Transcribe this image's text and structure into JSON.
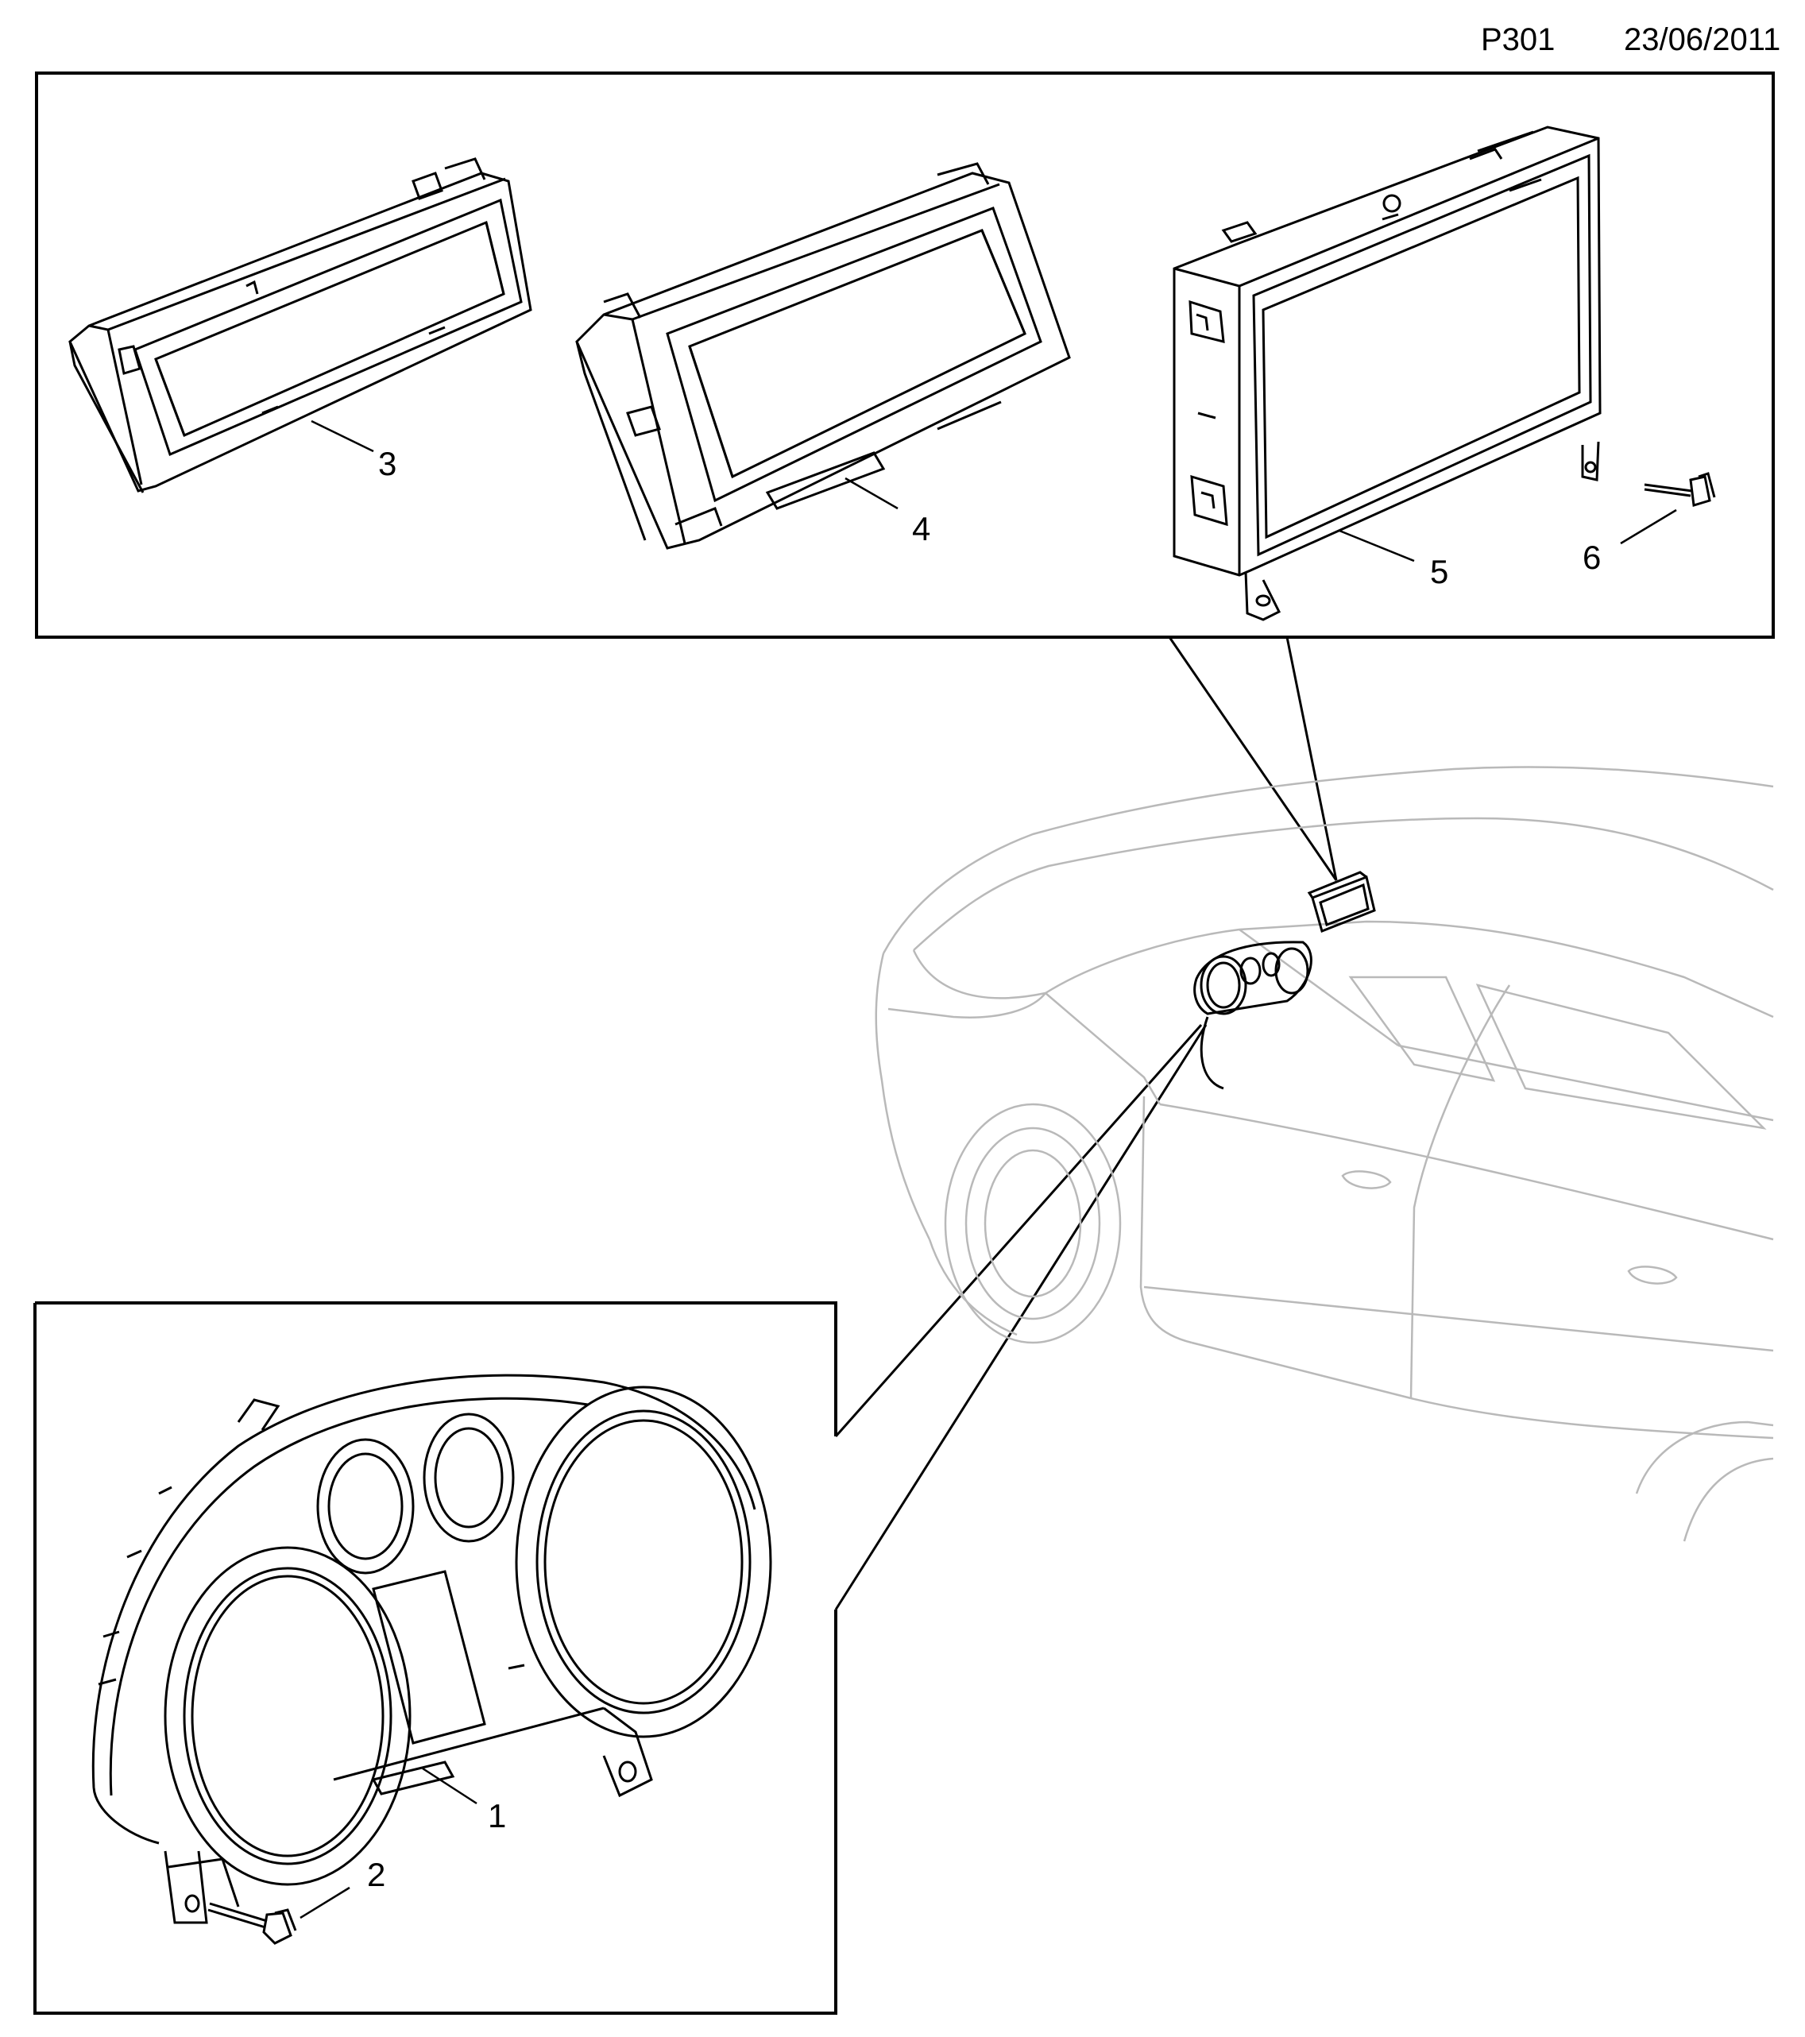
{
  "header": {
    "page_code": "P301",
    "date": "23/06/2011"
  },
  "callouts": [
    {
      "id": "1",
      "label": "1"
    },
    {
      "id": "2",
      "label": "2"
    },
    {
      "id": "3",
      "label": "3"
    },
    {
      "id": "4",
      "label": "4"
    },
    {
      "id": "5",
      "label": "5"
    },
    {
      "id": "6",
      "label": "6"
    }
  ],
  "colors": {
    "ink": "#000000",
    "car_outline": "#b9b9b9",
    "background": "#ffffff"
  }
}
